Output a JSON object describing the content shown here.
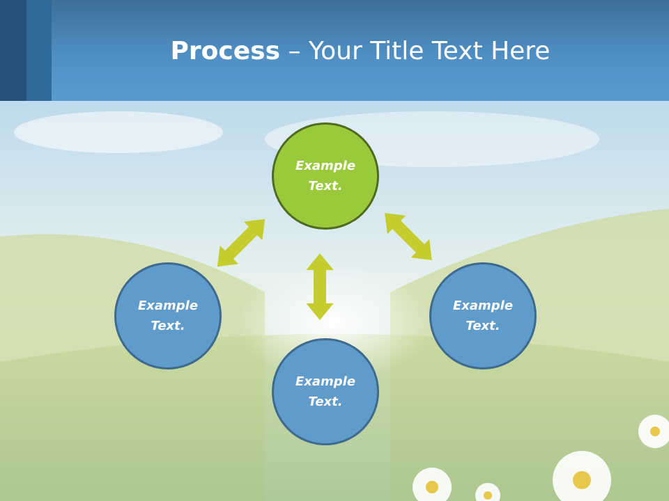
{
  "title": {
    "bold": "Process",
    "dash": " – ",
    "rest": "Your Title Text Here"
  },
  "nodes": {
    "top": "Example Text.",
    "left": "Example Text.",
    "right": "Example Text.",
    "bottom": "Example Text."
  },
  "colors": {
    "header": "#4f8fc4",
    "green_node": "#9aca3c",
    "blue_node": "#5f9bcb",
    "arrow": "#c5cd2e"
  }
}
